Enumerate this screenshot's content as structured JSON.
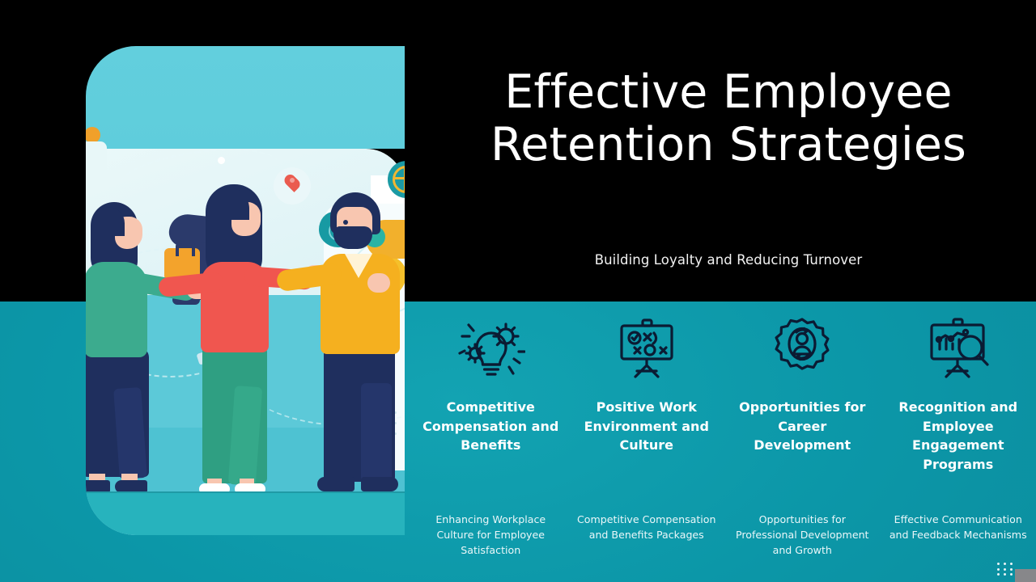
{
  "slide": {
    "title": "Effective Employee Retention Strategies",
    "subtitle": "Building Loyalty and Reducing Turnover",
    "colors": {
      "background_top": "#000000",
      "band_teal": "#0c97a8",
      "title_text": "#ffffff",
      "card_title_text": "#ffffff",
      "card_desc_text": "#eaf7f9",
      "icon_stroke": "#0b1b33",
      "illustration_sky": "#5fcddc",
      "illustration_ground": "#27b3bd"
    }
  },
  "illustration": {
    "name": "team-handshake-illustration",
    "alt": "Three colleagues shaking hands in front of a large card with floating icons"
  },
  "cards": [
    {
      "icon": "lightbulb-gears-icon",
      "title": "Competitive Compensation and Benefits",
      "description": "Enhancing Workplace Culture for Employee Satisfaction"
    },
    {
      "icon": "strategy-board-icon",
      "title": "Positive Work Environment and Culture",
      "description": "Competitive Compensation and Benefits Packages"
    },
    {
      "icon": "gear-person-cycle-icon",
      "title": "Opportunities for Career Development",
      "description": "Opportunities for Professional Development and Growth"
    },
    {
      "icon": "chart-board-magnifier-icon",
      "title": "Recognition and Employee Engagement Programs",
      "description": "Effective Communication and Feedback Mechanisms"
    }
  ],
  "footer": {
    "dot_grid": "dot-grid-icon",
    "gray_block": "resize-handle"
  }
}
